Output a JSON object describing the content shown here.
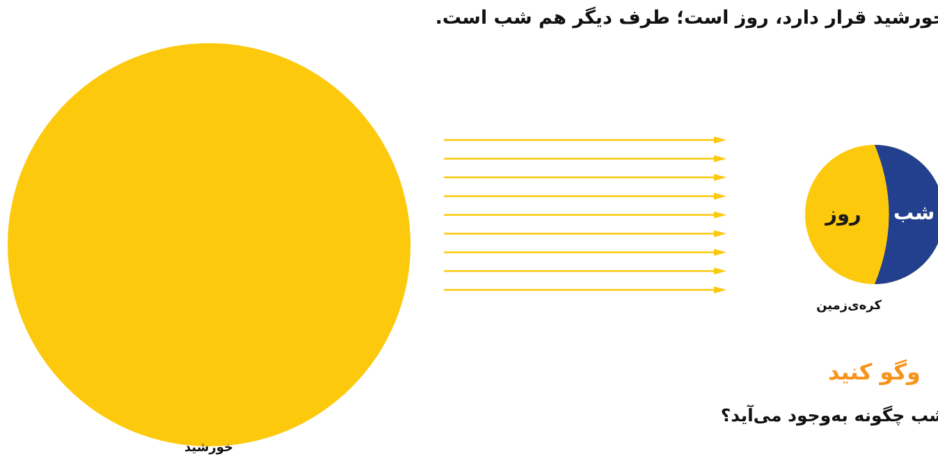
{
  "diagram": {
    "top_text": "خورشید قرار دارد، روز است؛ طرف دیگر هم شب است.",
    "sun_label": "خورشید",
    "earth_label": "کره‌ی‌زمین",
    "day_label": "روز",
    "night_label": "شب",
    "heading": "وگو کنید",
    "question": "شب چگونه به‌وجود می‌آید؟",
    "ray_count": 9
  },
  "colors": {
    "sun": "#fcc90d",
    "ray": "#fcc90d",
    "night": "#22408e",
    "heading": "#f7941d"
  }
}
